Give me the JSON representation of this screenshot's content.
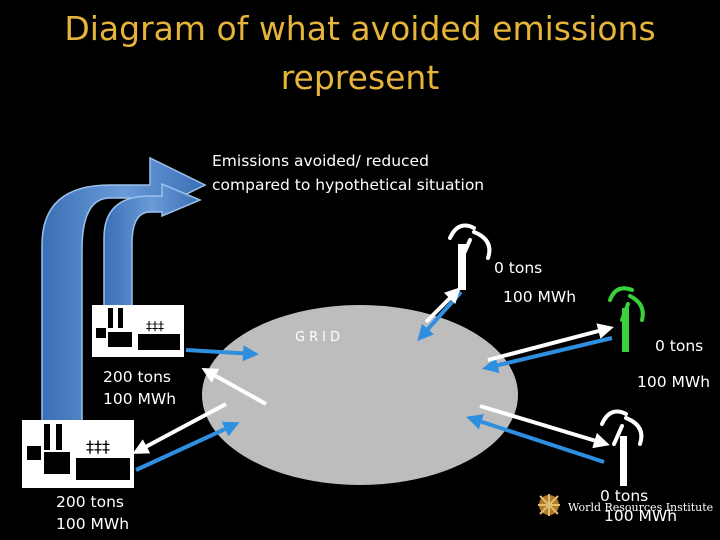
{
  "title": "Diagram of what avoided emissions represent",
  "caption_lines": [
    "Emissions avoided/ reduced",
    "compared to hypothetical situation"
  ],
  "grid_label": "GRID",
  "plants": [
    {
      "id": "plant-1",
      "emissions": "200 tons",
      "energy": "100 MWh"
    },
    {
      "id": "plant-2",
      "emissions": "200 tons",
      "energy": "100 MWh"
    }
  ],
  "turbines": [
    {
      "id": "turbine-1",
      "emissions": "0 tons",
      "energy": "100 MWh"
    },
    {
      "id": "turbine-2",
      "emissions": "0 tons",
      "energy": "100 MWh"
    },
    {
      "id": "turbine-3",
      "emissions": "0 tons",
      "energy": "100 MWh"
    }
  ],
  "footer": {
    "organization": "World Resources Institute"
  },
  "colors": {
    "title": "#e6b43a",
    "emission_arrow": "#4a7fc0",
    "grid": "#bdbdbd",
    "turbine_green": "#39d23d",
    "plant_arrow": "#2e8fe0"
  }
}
